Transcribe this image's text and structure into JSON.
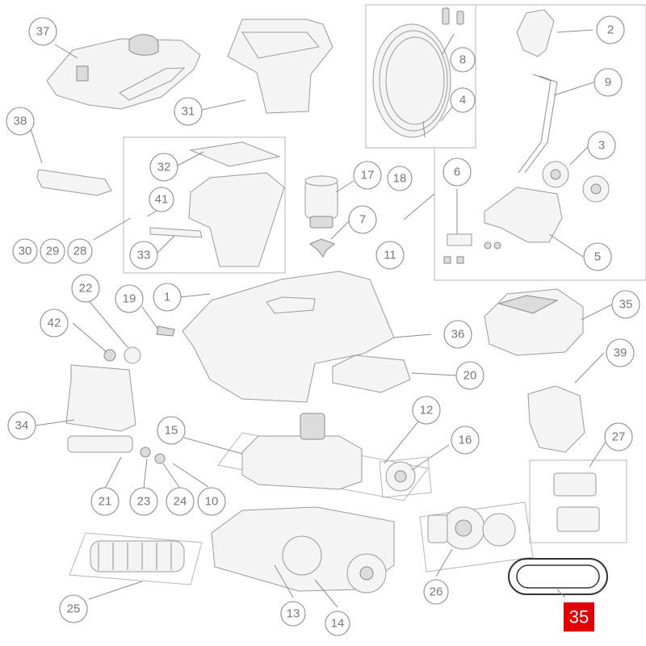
{
  "callouts": {
    "c1": "1",
    "c2": "2",
    "c3": "3",
    "c4": "4",
    "c5": "5",
    "c6": "6",
    "c7": "7",
    "c8": "8",
    "c9": "9",
    "c10": "10",
    "c11": "11",
    "c12": "12",
    "c13": "13",
    "c14": "14",
    "c15": "15",
    "c16": "16",
    "c17": "17",
    "c18": "18",
    "c19": "19",
    "c20": "20",
    "c21": "21",
    "c22": "22",
    "c23": "23",
    "c24": "24",
    "c25": "25",
    "c26": "26",
    "c27": "27",
    "c28": "28",
    "c29": "29",
    "c30": "30",
    "c31": "31",
    "c32": "32",
    "c33": "33",
    "c34": "34",
    "c35": "35",
    "c36": "36",
    "c37": "37",
    "c38": "38",
    "c39": "39",
    "c41": "41",
    "c42": "42"
  },
  "highlight": {
    "label": "35",
    "color": "#e00000"
  }
}
